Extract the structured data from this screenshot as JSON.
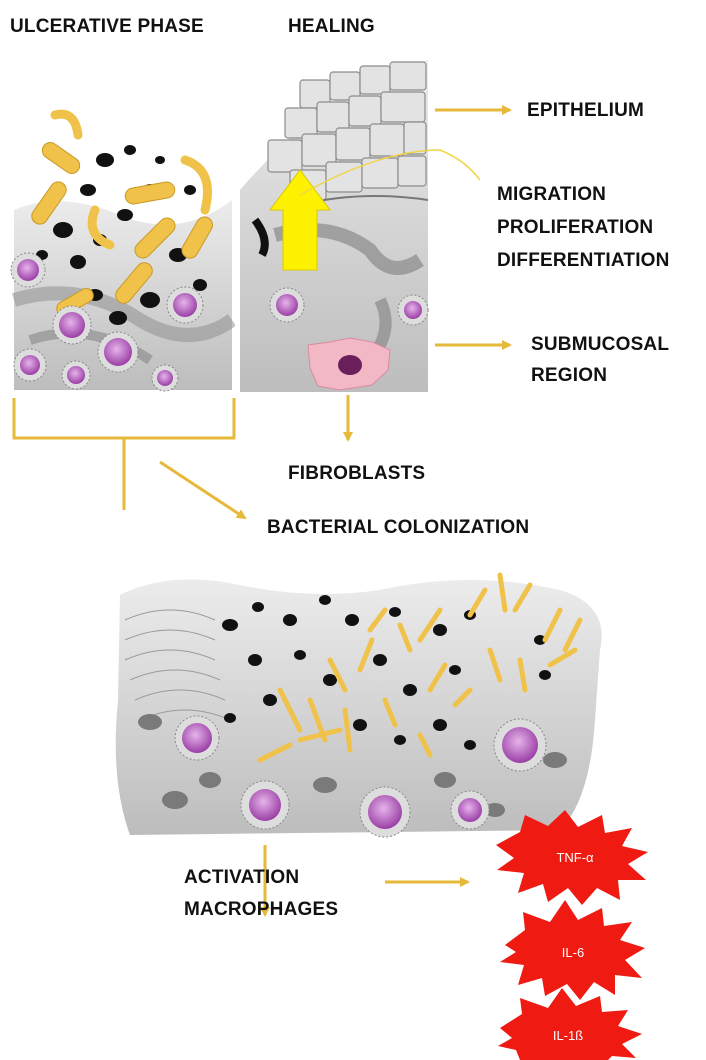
{
  "labels": {
    "ulcerative_phase": "ULCERATIVE PHASE",
    "healing": "HEALING",
    "epithelium": "EPITHELIUM",
    "migration": "MIGRATION",
    "proliferation": "PROLIFERATION",
    "differentiation": "DIFFERENTIATION",
    "submucosal_line1": "SUBMUCOSAL",
    "submucosal_line2": "REGION",
    "fibroblasts": "FIBROBLASTS",
    "bacterial_colonization": "BACTERIAL COLONIZATION",
    "activation": "ACTIVATION",
    "macrophages": "MACROPHAGES"
  },
  "cytokines": [
    "TNF-α",
    "IL-6",
    "IL-1ß"
  ],
  "colors": {
    "arrow": "#e6b93a",
    "bacteria": "#f0c24a",
    "burst": "#ef1a12",
    "big_arrow": "#fff200",
    "macrophage": "#b05fb8",
    "fibroblast": "#f3b8c6"
  }
}
